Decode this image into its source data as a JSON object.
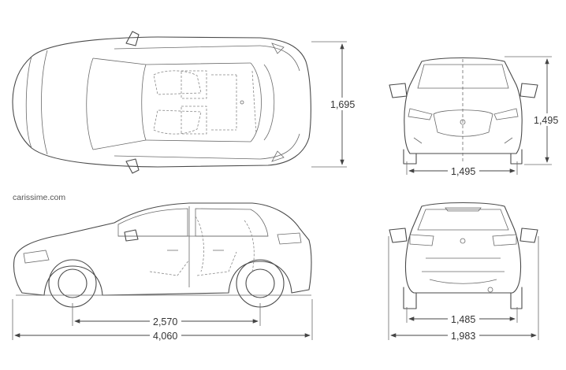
{
  "watermark": "carissime.com",
  "dimensions": {
    "width_top": "1,695",
    "height_front": "1,495",
    "track_front": "1,495",
    "wheelbase": "2,570",
    "length": "4,060",
    "track_rear": "1,485",
    "width_mirrors": "1,983"
  }
}
